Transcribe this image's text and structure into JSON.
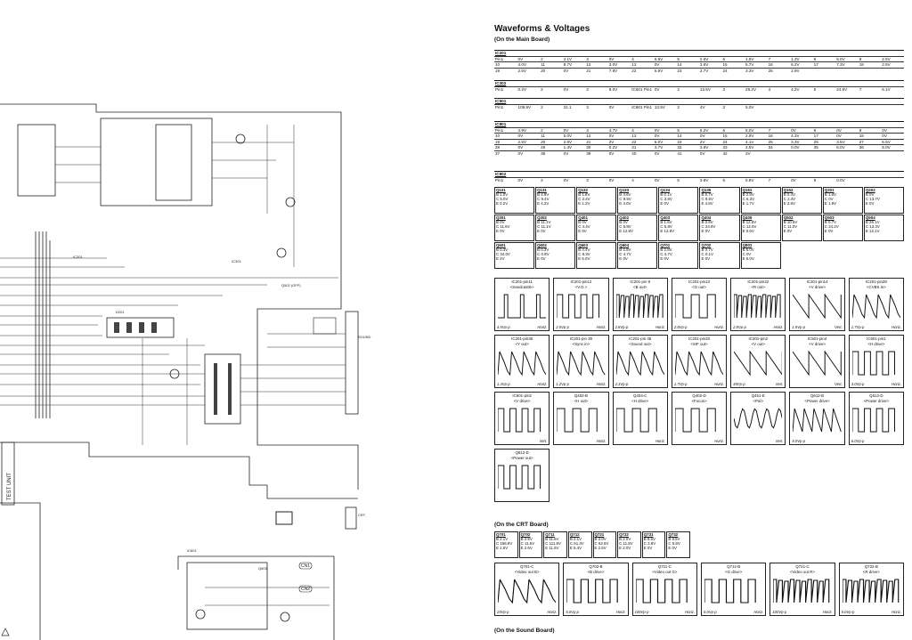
{
  "title": "Waveforms & Voltages",
  "sections": {
    "main": "(On the Main Board)",
    "crt": "(On the CRT Board)",
    "sound": "(On the Sound Board)"
  },
  "schematic_labels": {
    "test_unit": "TEST UNIT",
    "conn1": "CN1",
    "conn2": "CN2",
    "arrow1": "SOUND",
    "arrow2": "CRT"
  },
  "ic_tables": [
    {
      "name": "IC201",
      "rows": [
        [
          "Pin1",
          "0V",
          "2",
          "4.1V",
          "3",
          "0V",
          "4",
          "6.9V",
          "5",
          "2.6V",
          "6",
          "1.5V",
          "7",
          "1.3V",
          "8",
          "5.0V",
          "9",
          "2.5V"
        ],
        [
          "10",
          "4.0V",
          "11",
          "8.7V",
          "12",
          "3.0V",
          "13",
          "0V",
          "14",
          "3.6V",
          "15",
          "5.7V",
          "16",
          "6.2V",
          "17",
          "7.3V",
          "18",
          "2.6V"
        ],
        [
          "19",
          "2.5V",
          "20",
          "0V",
          "21",
          "7.8V",
          "22",
          "5.9V",
          "23",
          "2.7V",
          "24",
          "3.3V",
          "25",
          "2.9V"
        ]
      ]
    },
    {
      "name": "IC302",
      "rows": [
        [
          "Pin1",
          "0.2V",
          "2",
          "0V",
          "3",
          "8.0V",
          "IC601 Pin1",
          "0V",
          "2",
          "13.5V",
          "3",
          "25.2V",
          "4",
          "4.2V",
          "5",
          "24.5V",
          "7",
          "6.1V"
        ]
      ]
    },
    {
      "name": "IC501",
      "rows": [
        [
          "Pin1",
          "109.9V",
          "2",
          "31.1",
          "3",
          "0V",
          "IC901 Pin1",
          "13.5V",
          "2",
          "4V",
          "3",
          "5.0V"
        ]
      ]
    },
    {
      "name": "IC801",
      "rows": [
        [
          "Pin1",
          "4.9V",
          "2",
          "0V",
          "3",
          "4.7V",
          "4",
          "0V",
          "5",
          "5.2V",
          "6",
          "5.0V",
          "7",
          "0V",
          "8",
          "0V",
          "9",
          "0V"
        ],
        [
          "10",
          "0V",
          "11",
          "5.0V",
          "12",
          "0V",
          "13",
          "0V",
          "14",
          "0V",
          "15",
          "2.8V",
          "16",
          "4.3V",
          "17",
          "0V",
          "18",
          "0V"
        ],
        [
          "19",
          "2.5V",
          "20",
          "2.6V",
          "21",
          "2V",
          "22",
          "5.0V",
          "23",
          "2V",
          "24",
          "4.1V",
          "25",
          "3.3V",
          "26",
          "3.5V",
          "27",
          "5.5V"
        ],
        [
          "28",
          "0V",
          "29",
          "1.4V",
          "30",
          "0.2V",
          "31",
          "3.7V",
          "32",
          "3.6V",
          "33",
          "2.5V",
          "34",
          "0.0V",
          "35",
          "6.0V",
          "36",
          "5.0V"
        ],
        [
          "37",
          "0V",
          "38",
          "0V",
          "39",
          "0V",
          "40",
          "0V",
          "41",
          "0V",
          "42",
          "3V"
        ]
      ]
    },
    {
      "name": "IC802",
      "rows": [
        [
          "Pin1",
          "0V",
          "2",
          "0V",
          "3",
          "0V",
          "4",
          "0V",
          "5",
          "3.8V",
          "6",
          "5.8V",
          "7",
          "0V",
          "8",
          "0.0V"
        ]
      ]
    }
  ],
  "transistors_main": [
    {
      "name": "Q101",
      "lines": [
        "B 1.0V",
        "C 5.0V",
        "E 0.2V"
      ]
    },
    {
      "name": "Q131",
      "lines": [
        "B 4.9V",
        "C 9.4V",
        "E 4.2V"
      ]
    },
    {
      "name": "Q132",
      "lines": [
        "B 1.8V",
        "C 2.4V",
        "E 1.2V"
      ]
    },
    {
      "name": "Q133",
      "lines": [
        "B 4.6V",
        "C 9.5V",
        "E 4.0V"
      ]
    },
    {
      "name": "Q134",
      "lines": [
        "B 0.1V",
        "C 3.6V",
        "E 0V"
      ]
    },
    {
      "name": "Q135",
      "lines": [
        "B 5.7V",
        "C 9.5V",
        "E 4.8V"
      ]
    },
    {
      "name": "Q151",
      "lines": [
        "B 2.8V",
        "C 6.3V",
        "E 1.7V"
      ]
    },
    {
      "name": "Q152",
      "lines": [
        "B 0.4V",
        "C 2.4V",
        "E 2.9V"
      ]
    },
    {
      "name": "Q201",
      "lines": [
        "B 1.6V",
        "C 0V",
        "E 1.9V"
      ]
    },
    {
      "name": "Q202",
      "lines": [
        "B 0V",
        "C 13.7V",
        "E 0V"
      ]
    },
    {
      "name": "Q301",
      "lines": [
        "B 0V",
        "C 11.6V",
        "E 0V"
      ]
    },
    {
      "name": "Q302",
      "lines": [
        "B 11.1V",
        "C 11.1V",
        "E 0V"
      ]
    },
    {
      "name": "Q401",
      "lines": [
        "B 0V",
        "C 4.4V",
        "E 0V"
      ]
    },
    {
      "name": "Q402",
      "lines": [
        "B 0V",
        "C 5.8V",
        "E 12.8V"
      ]
    },
    {
      "name": "Q403",
      "lines": [
        "B 1.6V",
        "C 5.8V",
        "E 12.8V"
      ]
    },
    {
      "name": "Q404",
      "lines": [
        "B 0.9V",
        "C 24.9V",
        "E 0V"
      ]
    },
    {
      "name": "Q405",
      "lines": [
        "B 12.5V",
        "C 12.6V",
        "E 0.6V"
      ]
    },
    {
      "name": "Q502",
      "lines": [
        "B 10.5V",
        "C 11.0V",
        "E 0V"
      ]
    },
    {
      "name": "Q503",
      "lines": [
        "B 0.7V",
        "C 24.2V",
        "E 0V"
      ]
    },
    {
      "name": "Q504",
      "lines": [
        "B 26.1V",
        "C 13.3V",
        "E 12.1V"
      ]
    },
    {
      "name": "Q601",
      "lines": [
        "B 0.3V",
        "C 34.0V",
        "E 2V"
      ]
    },
    {
      "name": "Q602",
      "lines": [
        "B 0.3V",
        "C 0.8V",
        "E 0V"
      ]
    },
    {
      "name": "Q603",
      "lines": [
        "B 4.4V",
        "C 8.3V",
        "E 5.0V"
      ]
    },
    {
      "name": "Q604",
      "lines": [
        "B 2.8V",
        "C 4.7V",
        "E 0V"
      ]
    },
    {
      "name": "Q701",
      "lines": [
        "B 2.8V",
        "C 4.7V",
        "E 0V"
      ]
    },
    {
      "name": "Q702",
      "lines": [
        "B 0.7V",
        "C 0.1V",
        "E 0V"
      ]
    },
    {
      "name": "Q801",
      "lines": [
        "B 5.0V",
        "C 0V",
        "E 5.0V"
      ]
    }
  ],
  "waveforms_main": [
    {
      "label": "IC201-pin11",
      "sub": "<Sandcastle>",
      "amp": "4.5Vp-p",
      "scale": "Horiz.",
      "shape": "pulse"
    },
    {
      "label": "IC201-pin12",
      "sub": "<V.O.>",
      "amp": "2.5Vp-p",
      "scale": "Horiz.",
      "shape": "square"
    },
    {
      "label": "IC201-pin 9",
      "sub": "<B out>",
      "amp": "2.8Vp-p",
      "scale": "Horiz.",
      "shape": "comb"
    },
    {
      "label": "IC201-pin13",
      "sub": "<G out>",
      "amp": "2.8Vp-p",
      "scale": "Horiz.",
      "shape": "step"
    },
    {
      "label": "IC201-pin22",
      "sub": "<R out>",
      "amp": "2.8Vp-p",
      "scale": "Horiz.",
      "shape": "comb"
    },
    {
      "label": "IC201-pin14",
      "sub": "<V drive>",
      "amp": "1.5Vp-p",
      "scale": "Vert.",
      "shape": "ramp"
    },
    {
      "label": "IC201-pin28",
      "sub": "<CVBS in>",
      "amp": "1.7Vp-p",
      "scale": "Horiz.",
      "shape": "video"
    },
    {
      "label": "IC201-pin38",
      "sub": "<Y out>",
      "amp": "1.4Vp-p",
      "scale": "Horiz.",
      "shape": "video"
    },
    {
      "label": "IC201-pin 39",
      "sub": "<Sync in>",
      "amp": "1.2Vp-p",
      "scale": "Horiz.",
      "shape": "video"
    },
    {
      "label": "IC201-pin 48",
      "sub": "<Sound out>",
      "amp": "2.3Vp-p",
      "scale": "",
      "shape": "video"
    },
    {
      "label": "IC201-pin33",
      "sub": "<SIF out>",
      "amp": "1.7Vp-p",
      "scale": "Horiz.",
      "shape": "video"
    },
    {
      "label": "IC301-pin2",
      "sub": "<V out>",
      "amp": "45Vp-p",
      "scale": "Vert.",
      "shape": "ramp"
    },
    {
      "label": "IC501-pin4",
      "sub": "<V drive>",
      "amp": "",
      "scale": "Vert.",
      "shape": "ramp"
    },
    {
      "label": "IC601-pin1",
      "sub": "<H drive>",
      "amp": "3.0Vp-p",
      "scale": "Horiz.",
      "shape": "square"
    },
    {
      "label": "IC601-pin2",
      "sub": "<V drive>",
      "amp": "",
      "scale": "Vert.",
      "shape": "square"
    },
    {
      "label": "Q402-B",
      "sub": "<H out>",
      "amp": "",
      "scale": "Horiz.",
      "shape": "step"
    },
    {
      "label": "Q404-C",
      "sub": "<H drive>",
      "amp": "",
      "scale": "Horiz.",
      "shape": "step"
    },
    {
      "label": "Q402-D",
      "sub": "<Focus>",
      "amp": "",
      "scale": "Horiz.",
      "shape": "step"
    },
    {
      "label": "Q451-E",
      "sub": "<Pal>",
      "amp": "",
      "scale": "Vert.",
      "shape": "sine"
    },
    {
      "label": "Q612-B",
      "sub": "<Power drive>",
      "amp": "5.0Vp-p",
      "scale": "",
      "shape": "saw"
    },
    {
      "label": "Q612-D",
      "sub": "<Power drive>",
      "amp": "6.0Vp-p",
      "scale": "",
      "shape": "square"
    },
    {
      "label": "Q612-D",
      "sub": "<Power out>",
      "amp": "",
      "scale": "",
      "shape": "square"
    }
  ],
  "transistors_crt": [
    {
      "name": "Q701",
      "lines": [
        "B 2.1V",
        "C 156.9V",
        "E 1.6V"
      ]
    },
    {
      "name": "Q702",
      "lines": [
        "B 2.6V",
        "C 11.5V",
        "E 2.6V"
      ]
    },
    {
      "name": "Q711",
      "lines": [
        "B 11.6V",
        "C 111.8V",
        "E 11.5V"
      ]
    },
    {
      "name": "Q712",
      "lines": [
        "B 2.1V",
        "C 61.3V",
        "E 5.4V"
      ]
    },
    {
      "name": "Q721",
      "lines": [
        "B 3.0V",
        "C 62.5V",
        "E 2.5V"
      ]
    },
    {
      "name": "Q722",
      "lines": [
        "B 2.0V",
        "C 11.8V",
        "E 2.0V"
      ]
    },
    {
      "name": "Q731",
      "lines": [
        "B 8.5V",
        "C 3.8V",
        "E 0V"
      ]
    },
    {
      "name": "Q732",
      "lines": [
        "B 8.5V",
        "C 5.8V",
        "E 0V"
      ]
    }
  ],
  "waveforms_crt": [
    {
      "label": "Q701-C",
      "sub": "<Video out B>",
      "amp": "25Vp-p",
      "scale": "Horiz.",
      "shape": "video"
    },
    {
      "label": "Q702-B",
      "sub": "<B drive>",
      "amp": "5.0Vp-p",
      "scale": "Horiz.",
      "shape": "square"
    },
    {
      "label": "Q711-C",
      "sub": "<Video out G>",
      "amp": "100Vp-p",
      "scale": "Horiz.",
      "shape": "square"
    },
    {
      "label": "Q712-B",
      "sub": "<G drive>",
      "amp": "5.0Vp-p",
      "scale": "Horiz.",
      "shape": "square"
    },
    {
      "label": "Q721-C",
      "sub": "<Video out R>",
      "amp": "100Vp-p",
      "scale": "Horiz.",
      "shape": "comb"
    },
    {
      "label": "Q722-B",
      "sub": "<R drive>",
      "amp": "5.0Vp-p",
      "scale": "Horiz.",
      "shape": "comb"
    }
  ]
}
